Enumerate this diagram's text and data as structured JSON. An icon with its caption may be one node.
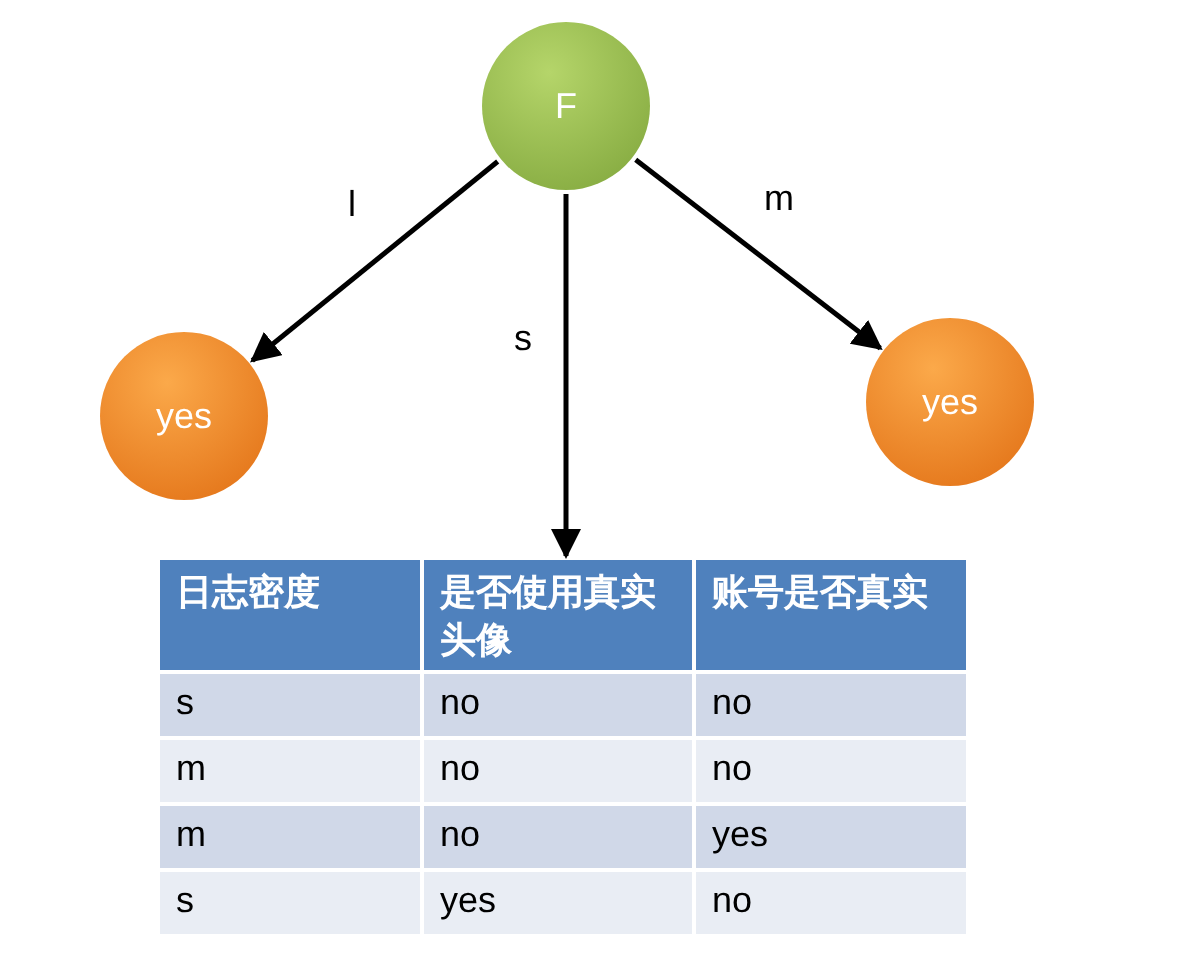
{
  "diagram": {
    "nodes": [
      {
        "text": [
          "F"
        ]
      },
      {
        "text": [
          "yes"
        ]
      },
      {
        "text": [
          "yes"
        ]
      },
      {
        "text": [
          "日志密度",
          "是否使用真实头像",
          "账号是否真实",
          "s",
          "no",
          "no",
          "m",
          "no",
          "no",
          "m",
          "no",
          "yes",
          "s",
          "yes",
          "no"
        ]
      }
    ],
    "edges": [
      {
        "from": 0,
        "to": 1,
        "arrow": "to",
        "label": "l"
      },
      {
        "from": 0,
        "to": 3,
        "arrow": "to",
        "label": "s"
      },
      {
        "from": 0,
        "to": 2,
        "arrow": "to",
        "label": "m"
      }
    ]
  }
}
